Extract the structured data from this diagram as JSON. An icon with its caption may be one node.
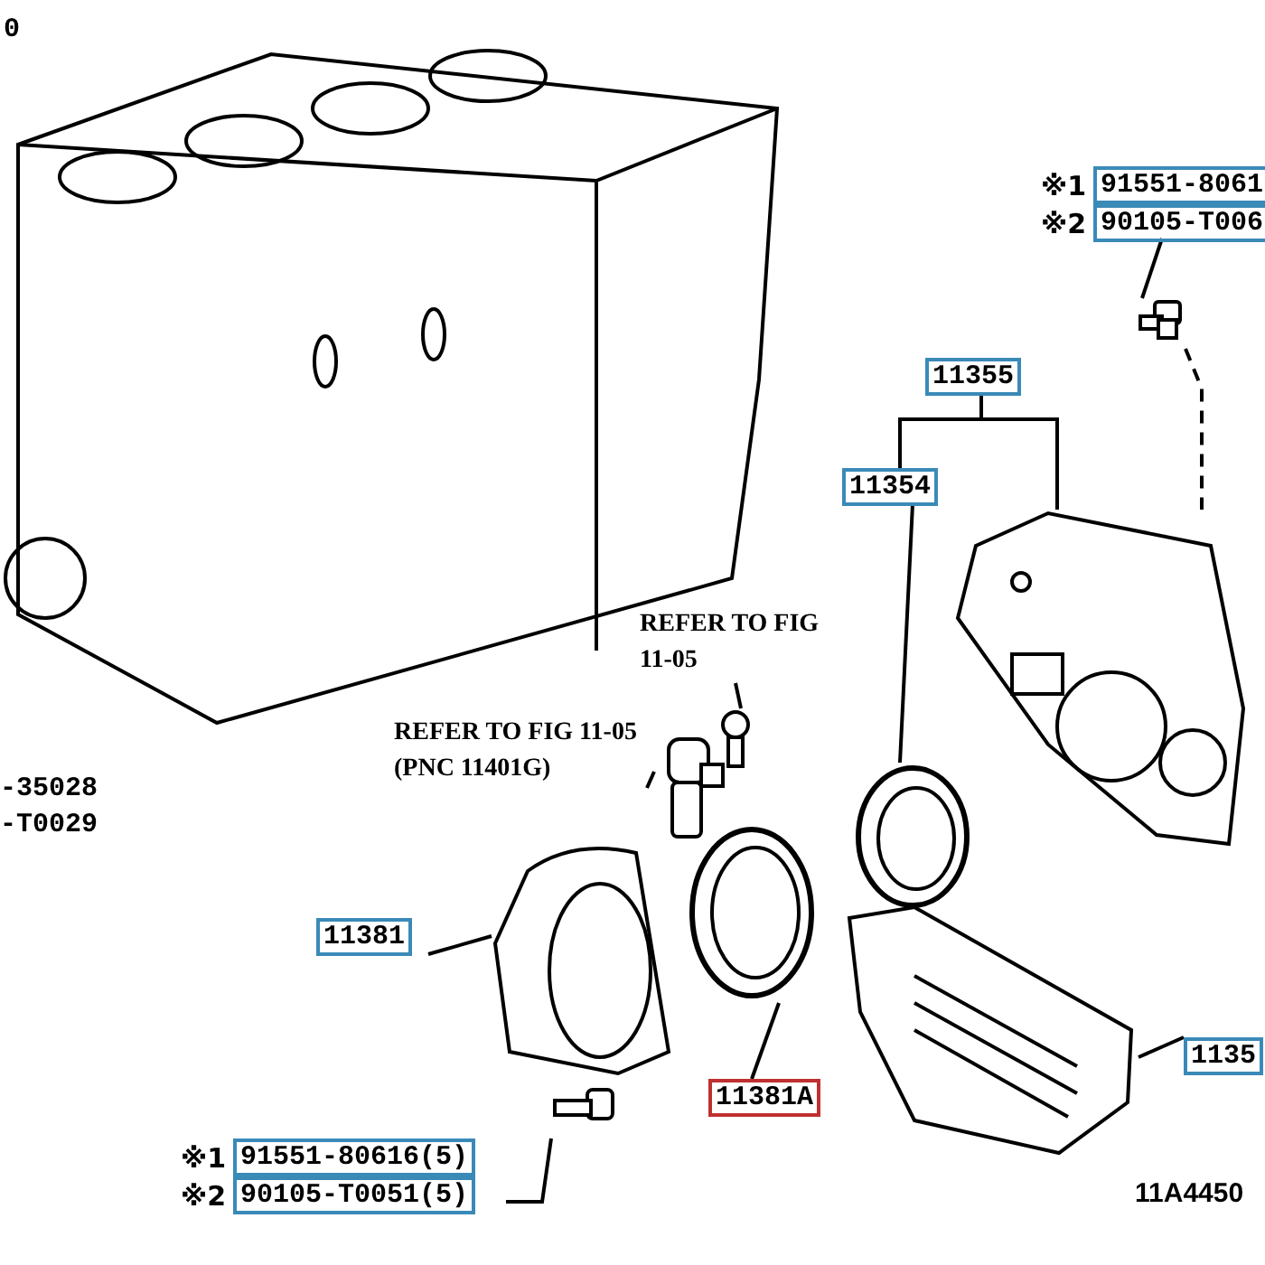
{
  "diagram": {
    "nodes": [
      {
        "text": [
          "91551-8061",
          "90105-T006"
        ],
        "beside": [
          "※1",
          "※2"
        ]
      },
      {
        "text": [],
        "shape": "picture"
      },
      {
        "text": [
          "11355"
        ]
      },
      {
        "text": [
          "11354"
        ]
      },
      {
        "text": [],
        "shape": "picture"
      },
      {
        "text": [],
        "shape": "picture"
      },
      {
        "text": [
          "REFER TO FIG 11-05"
        ]
      },
      {
        "text": [],
        "shape": "picture"
      },
      {
        "text": [
          "REFER TO FIG 11-05 (PNC 11401G)"
        ]
      },
      {
        "text": [],
        "shape": "picture"
      },
      {
        "text": [
          "11381"
        ]
      },
      {
        "text": [],
        "shape": "picture"
      },
      {
        "text": [],
        "shape": "picture"
      },
      {
        "text": [
          "11381A"
        ]
      },
      {
        "text": [],
        "shape": "picture"
      },
      {
        "text": [
          "91551-80616(5)",
          "90105-T0051(5)"
        ],
        "beside": [
          "※1",
          "※2"
        ]
      },
      {
        "text": [],
        "shape": "picture"
      },
      {
        "text": [
          "1135"
        ]
      },
      {
        "text": [],
        "shape": "picture"
      }
    ],
    "edges": [
      {
        "from": 0,
        "to": 1,
        "arrow": "none"
      },
      {
        "from": 1,
        "to": 4,
        "arrow": "none",
        "style": "dashed"
      },
      {
        "from": 2,
        "to": 4,
        "arrow": "none"
      },
      {
        "from": 2,
        "to": 3,
        "arrow": "none"
      },
      {
        "from": 3,
        "to": 5,
        "arrow": "none"
      },
      {
        "from": 6,
        "to": 7,
        "arrow": "none"
      },
      {
        "from": 8,
        "to": 9,
        "arrow": "none"
      },
      {
        "from": 10,
        "to": 11,
        "arrow": "none"
      },
      {
        "from": 13,
        "to": 12,
        "arrow": "none"
      },
      {
        "from": 15,
        "to": 14,
        "arrow": "none"
      },
      {
        "from": 17,
        "to": 16,
        "arrow": "none"
      }
    ],
    "labels": [
      "0",
      "-35028",
      "-T0029",
      "11A4450"
    ]
  }
}
